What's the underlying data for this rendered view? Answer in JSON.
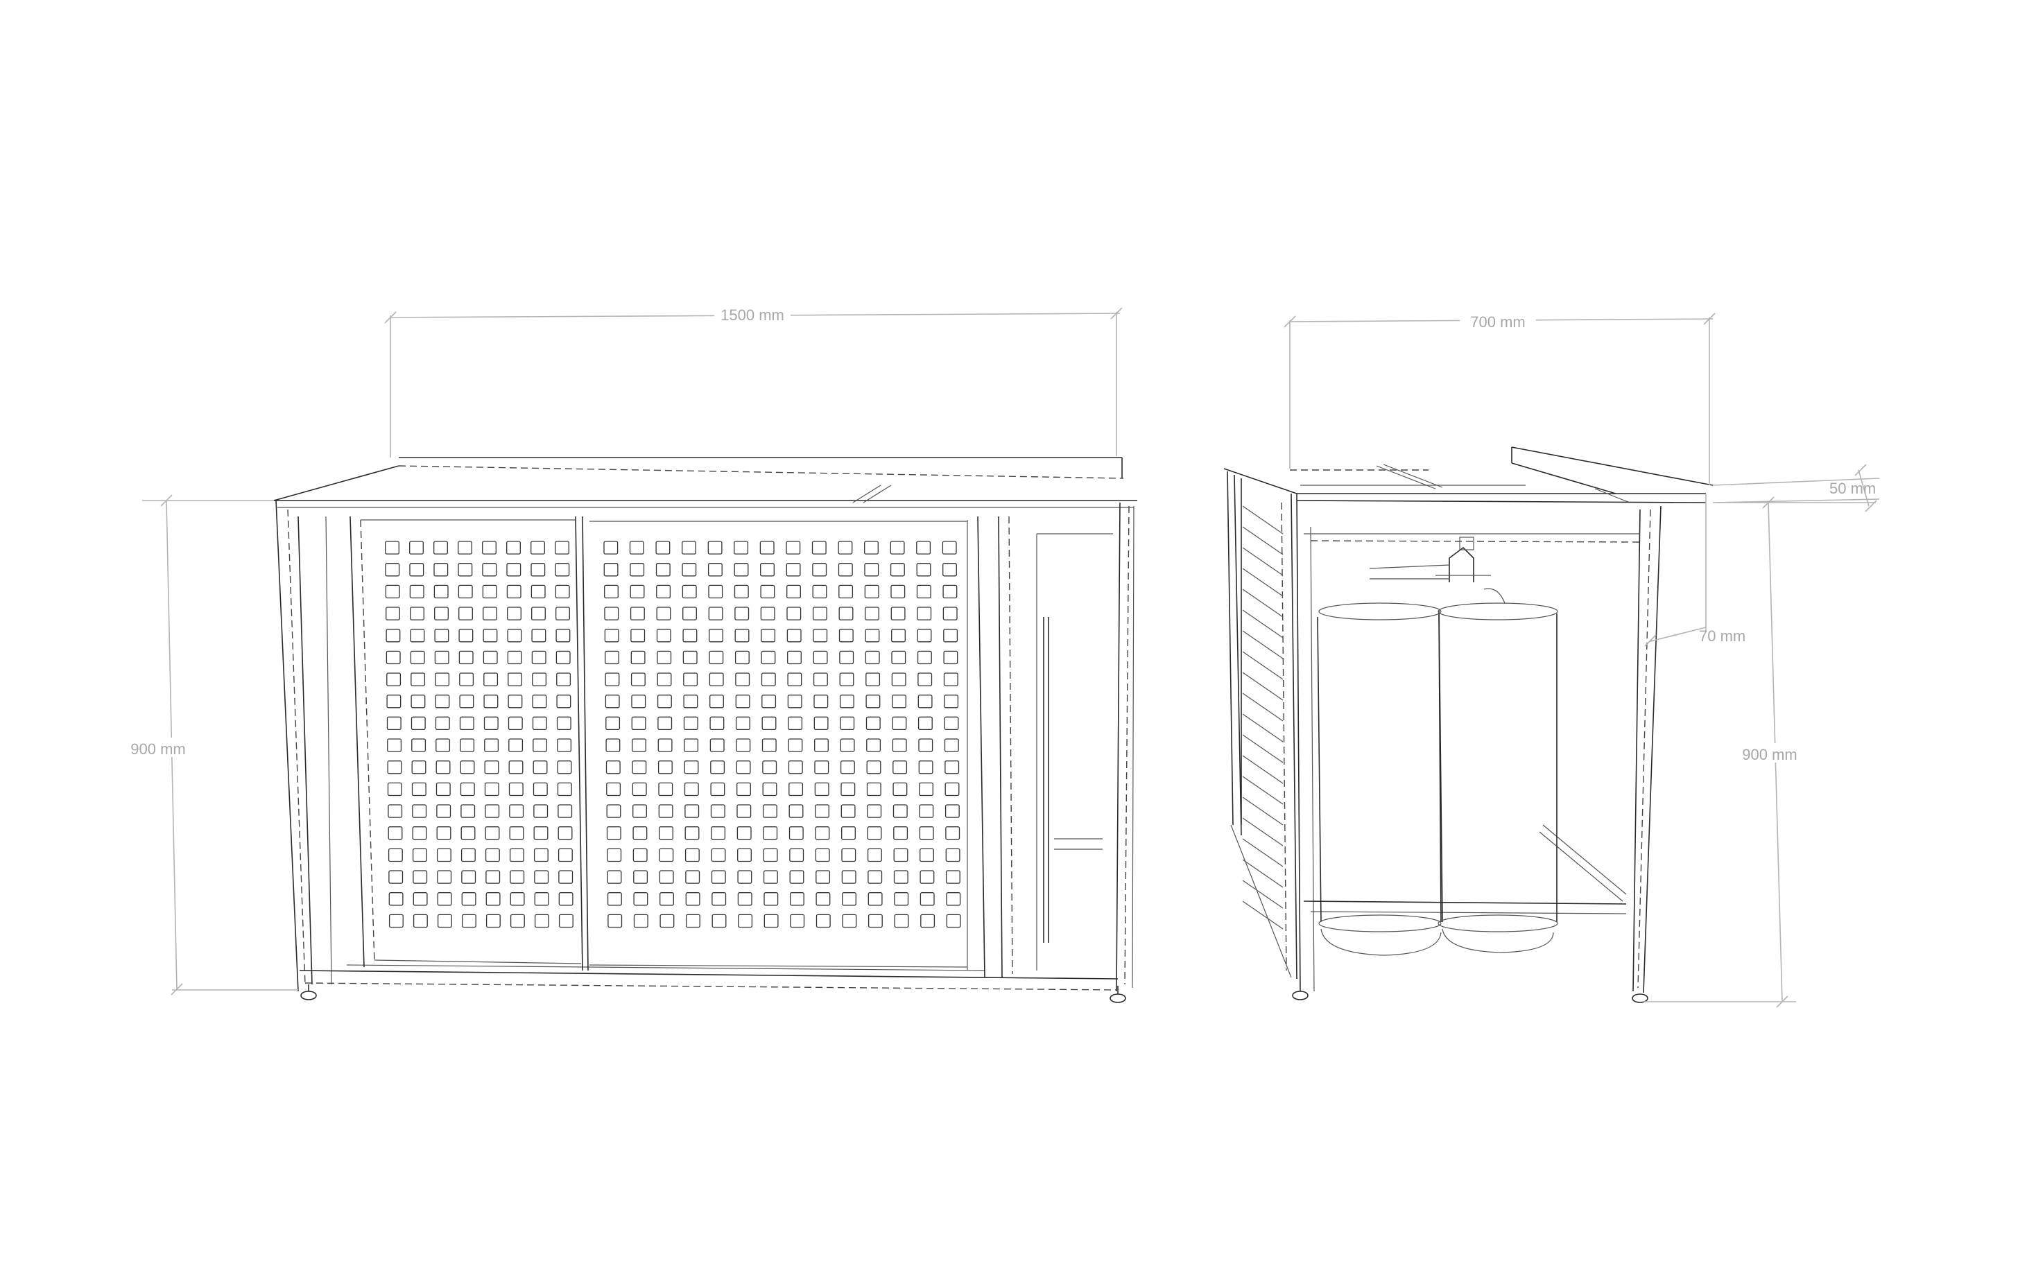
{
  "dimensions": {
    "front_width": "1500 mm",
    "front_height": "900 mm",
    "side_depth": "700 mm",
    "side_lid": "50 mm",
    "side_inset": "70 mm",
    "side_height": "900 mm"
  },
  "grid": {
    "left_panel_cols": 8,
    "right_panel_cols": 14,
    "rows": 18
  },
  "colors": {
    "line": "#2a2a2a",
    "dimension": "#b4b4b4",
    "background": "#ffffff"
  }
}
